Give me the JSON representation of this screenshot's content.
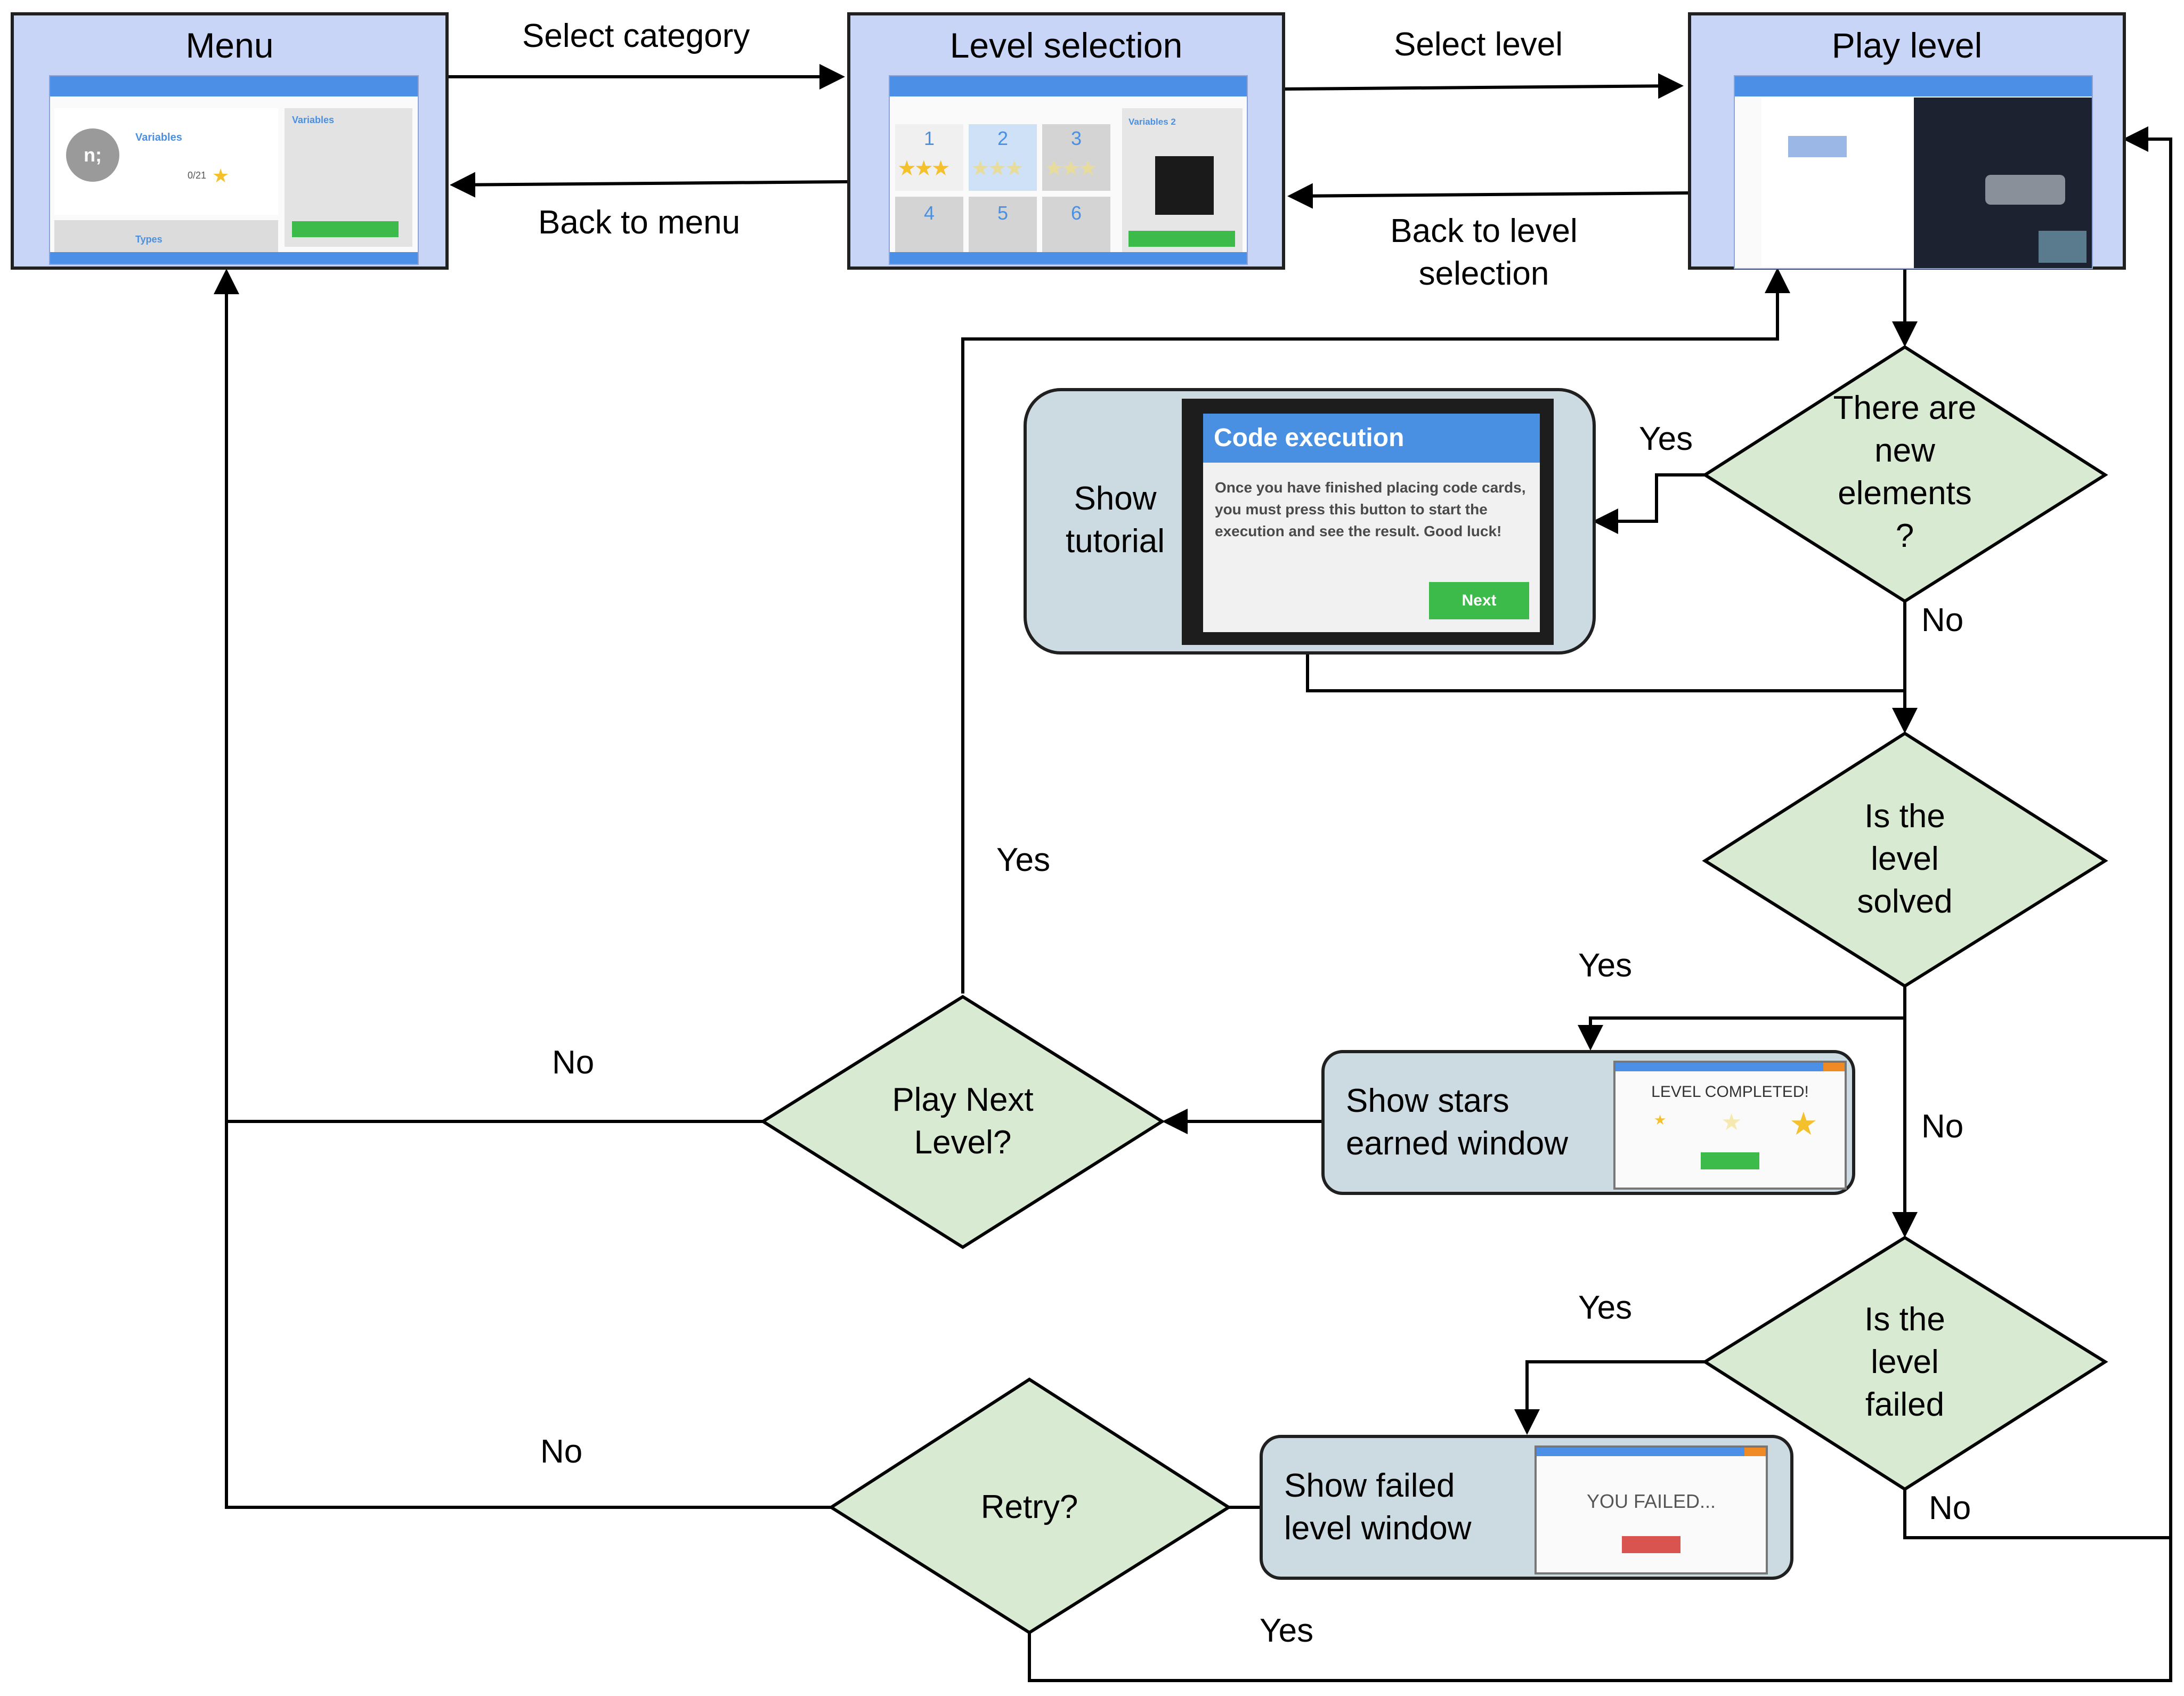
{
  "nodes": {
    "menu": "Menu",
    "level_selection": "Level selection",
    "play_level": "Play level",
    "new_elements": [
      "There are",
      "new",
      "elements",
      "?"
    ],
    "level_solved": [
      "Is the",
      "level",
      "solved"
    ],
    "level_failed": [
      "Is the",
      "level",
      "failed"
    ],
    "play_next": [
      "Play Next",
      "Level?"
    ],
    "retry": "Retry?",
    "show_tutorial": [
      "Show",
      "tutorial"
    ],
    "show_stars": [
      "Show stars",
      "earned window"
    ],
    "show_failed": [
      "Show failed",
      "level window"
    ]
  },
  "edges": {
    "select_category": "Select category",
    "back_to_menu": "Back to menu",
    "select_level": "Select level",
    "back_to_level_selection": [
      "Back to level",
      "selection"
    ],
    "yes": "Yes",
    "no": "No"
  },
  "tutorial_dialog": {
    "title": "Code execution",
    "body": "Once you have finished placing code cards, you must press this button to start the execution and see the result. Good luck!",
    "button": "Next"
  },
  "menu_shot": {
    "category": "Variables",
    "icon": "n;",
    "score": "0/21",
    "next_category": "Types"
  },
  "level_shot": {
    "levels": [
      "1",
      "2",
      "3",
      "4",
      "5",
      "6"
    ],
    "selected_preview": "Variables 2"
  },
  "stars_window": {
    "title": "LEVEL COMPLETED!"
  },
  "failed_window": {
    "title": "YOU FAILED..."
  },
  "colors": {
    "screen_fill": "#c9d5f6",
    "diamond_fill": "#d9ead3",
    "popup_fill": "#ccdbe2",
    "accent_blue": "#4a90e2",
    "accent_green": "#3dbb4a"
  }
}
